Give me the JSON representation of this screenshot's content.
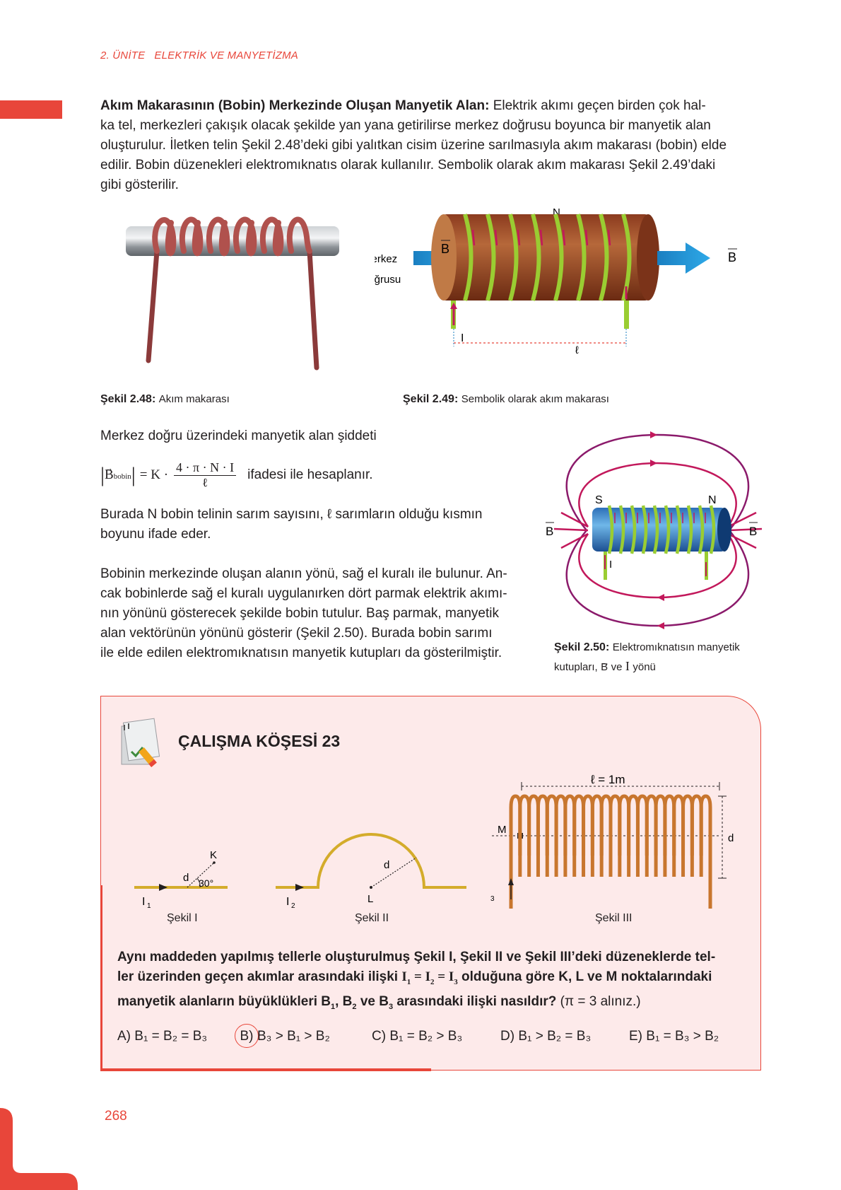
{
  "header": {
    "unit": "2. ÜNİTE",
    "title": "ELEKTRİK VE MANYETİZMA"
  },
  "intro": {
    "bold": "Akım Makarasının (Bobin) Merkezinde Oluşan Manyetik Alan:",
    "lines": [
      " Elektrik akımı geçen birden çok hal-",
      "ka tel, merkezleri çakışık olacak şekilde yan yana getirilirse merkez doğrusu boyunca bir manyetik alan",
      "oluşturulur. İletken telin Şekil 2.48’deki gibi yalıtkan cisim üzerine sarılmasıyla akım makarası (bobin) elde",
      "edilir. Bobin düzenekleri elektromıknatıs olarak kullanılır. Sembolik olarak akım makarası Şekil 2.49’daki",
      "gibi gösterilir."
    ]
  },
  "fig249": {
    "n": "N",
    "b": "B",
    "merkez": "Merkez",
    "dogrusu": "doğrusu",
    "i": "I",
    "l": "ℓ"
  },
  "fig248_caption": {
    "label": "Şekil 2.48:",
    "text": "Akım makarası"
  },
  "fig249_caption": {
    "label": "Şekil 2.49:",
    "text": "Sembolik olarak akım makarası"
  },
  "formula": {
    "intro": "Merkez doğru üzerindeki manyetik alan şiddeti",
    "b": "B",
    "sub": "bobin",
    "eq": "= K ·",
    "numerator": "4 · π · N · I",
    "denominator": "ℓ",
    "suffix": "ifadesi ile hesaplanır."
  },
  "para1": [
    "Burada N bobin telinin sarım sayısını, ℓ sarımların olduğu kısmın",
    "boyunu ifade eder."
  ],
  "para2": [
    "Bobinin merkezinde oluşan alanın yönü, sağ el kuralı ile bulunur. An-",
    "cak bobinlerde sağ el kuralı uygulanırken dört parmak elektrik akımı-",
    "nın yönünü gösterecek şekilde bobin tutulur. Baş parmak, manyetik",
    "alan vektörünün yönünü gösterir (Şekil 2.50). Burada bobin sarımı",
    "ile elde edilen elektromıknatısın manyetik kutupları da gösterilmiştir."
  ],
  "fig250": {
    "s": "S",
    "n": "N",
    "b": "B",
    "i": "I"
  },
  "fig250_caption": {
    "label": "Şekil 2.50:",
    "text1": "Elektromıknatısın manyetik",
    "text2a": "kutupları,",
    "b": "B",
    "ve": "ve",
    "i": "I",
    "text2b": "yönü"
  },
  "study": {
    "title": "ÇALIŞMA KÖŞESİ 23",
    "fig1": {
      "k": "K",
      "d": "d",
      "angle": "30°",
      "i": "I",
      "isub": "1",
      "label": "Şekil I"
    },
    "fig2": {
      "d": "d",
      "l": "L",
      "i": "I",
      "isub": "2",
      "label": "Şekil II"
    },
    "fig3": {
      "len": "ℓ = 1m",
      "m": "M",
      "d": "d",
      "i": "I",
      "isub": "3",
      "label": "Şekil III"
    },
    "question": [
      "Aynı maddeden yapılmış tellerle oluşturulmuş Şekil I, Şekil II ve Şekil III’deki düzeneklerde tel-",
      "ler üzerinden geçen akımlar arasındaki ilişki",
      "olduğuna göre K, L ve M noktalarındaki",
      "manyetik alanların büyüklükleri B",
      "ve B",
      "arasındaki ilişki nasıldır?",
      "(π = 3 alınız.)"
    ],
    "options": {
      "a": {
        "letter": "A)",
        "text": "B₁ = B₂ = B₃"
      },
      "b": {
        "letter": "B)",
        "text": "B₃ > B₁ > B₂"
      },
      "c": {
        "letter": "C)",
        "text": "B₁ = B₂ > B₃"
      },
      "d": {
        "letter": "D)",
        "text": "B₁ > B₂ = B₃"
      },
      "e": {
        "letter": "E)",
        "text": "B₁ = B₃ > B₂"
      }
    }
  },
  "page_number": "268",
  "colors": {
    "accent": "#e8463a",
    "box_bg": "#fdeaea",
    "coil": "#9acd32",
    "copper": "#c8762e"
  }
}
